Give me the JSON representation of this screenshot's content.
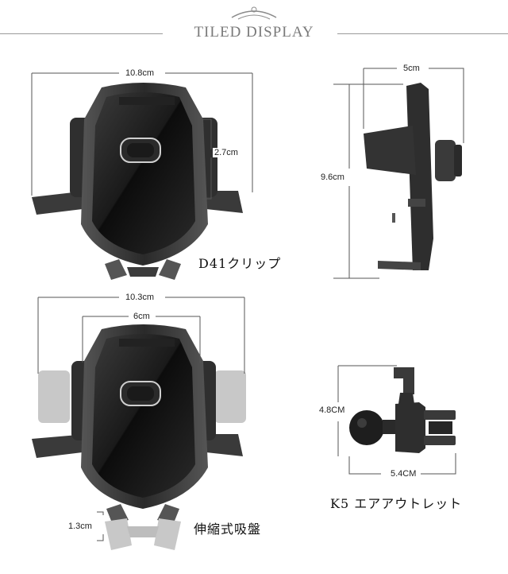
{
  "header": {
    "title": "TILED DISPLAY"
  },
  "panels": {
    "top_left": {
      "width_label": "10.8cm",
      "clip_label": "2.7cm",
      "caption": "D41クリップ"
    },
    "top_right": {
      "width_label": "5cm",
      "height_label": "9.6cm"
    },
    "bottom_left": {
      "outer_label": "10.3cm",
      "inner_label": "6cm",
      "base_label": "1.3cm",
      "caption": "伸縮式吸盤"
    },
    "bottom_right": {
      "height_label": "4.8CM",
      "width_label": "5.4CM",
      "caption": "K5 エアアウトレット"
    }
  },
  "colors": {
    "device_dark": "#2b2b2b",
    "device_mid": "#4a4a4a",
    "ghost_grey": "#c8c8c8",
    "rule_line": "#555555"
  }
}
